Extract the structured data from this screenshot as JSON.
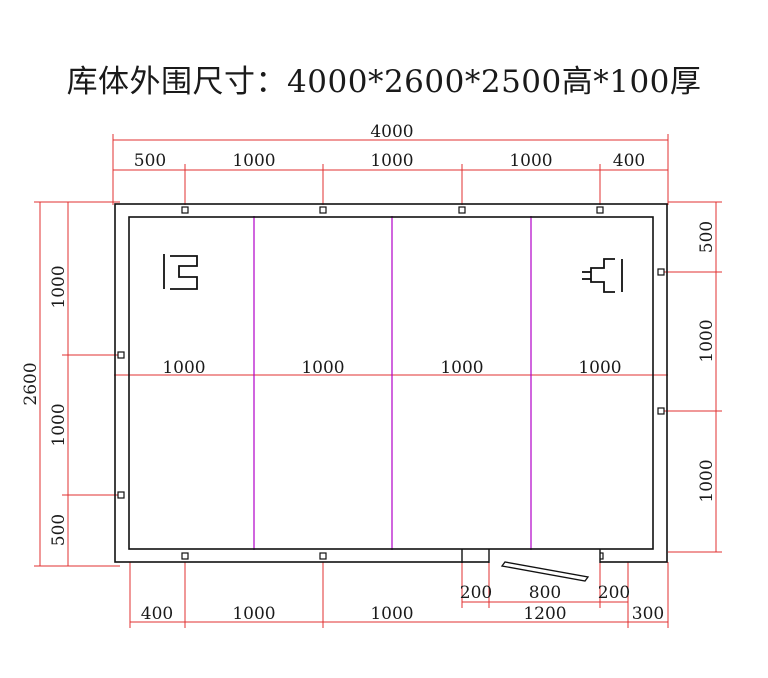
{
  "title": "库体外围尺寸：4000*2600*2500高*100厚",
  "colors": {
    "wall": "#111111",
    "dimension_line": "#e03030",
    "panel_seam": "#b000c8",
    "text": "#1a1a1a"
  },
  "labels": {
    "overall_width": "4000",
    "overall_depth": "2600",
    "top_segments": [
      "500",
      "1000",
      "1000",
      "1000",
      "400"
    ],
    "middle_segments": [
      "1000",
      "1000",
      "1000",
      "1000"
    ],
    "bottom_segments": [
      "400",
      "1000",
      "1000",
      "1200",
      "300"
    ],
    "door_segments": [
      "200",
      "800",
      "200"
    ],
    "left_segments": [
      "1000",
      "1000",
      "500"
    ],
    "right_segments": [
      "500",
      "1000",
      "1000"
    ]
  },
  "icons": [
    "evaporator-unit-icon",
    "condenser-unit-icon"
  ]
}
